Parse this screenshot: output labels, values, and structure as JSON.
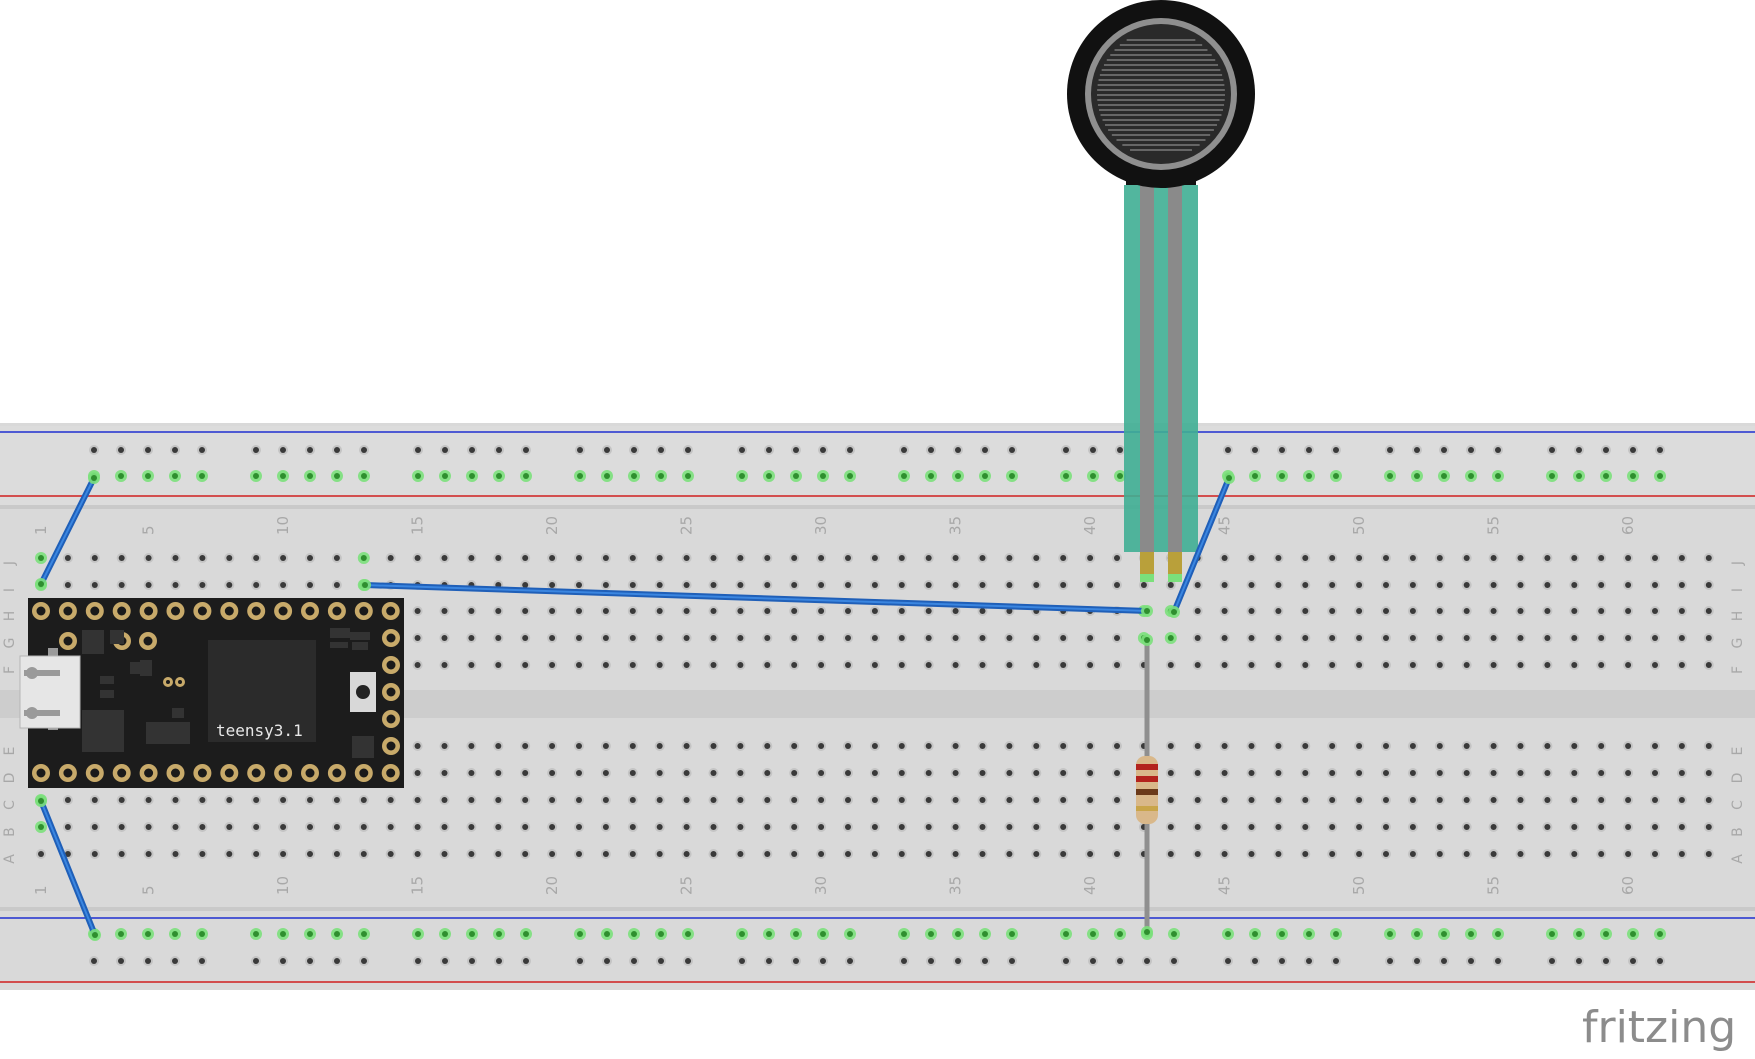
{
  "breadboard": {
    "column_labels": [
      "1",
      "5",
      "10",
      "15",
      "20",
      "25",
      "30",
      "35",
      "40",
      "45",
      "50",
      "55",
      "60"
    ],
    "row_labels_top": [
      "J",
      "I",
      "H",
      "G",
      "F"
    ],
    "row_labels_bottom": [
      "E",
      "D",
      "C",
      "B",
      "A"
    ]
  },
  "teensy": {
    "label": "teensy3.1"
  },
  "watermark": {
    "text": "fritzing"
  },
  "colors": {
    "wire": "#1f5fb8",
    "rail_red": "#d01f1f",
    "rail_blue": "#1f2fd0",
    "sensor_tail": "#3fae94",
    "connected_hole": "#7be07b"
  }
}
